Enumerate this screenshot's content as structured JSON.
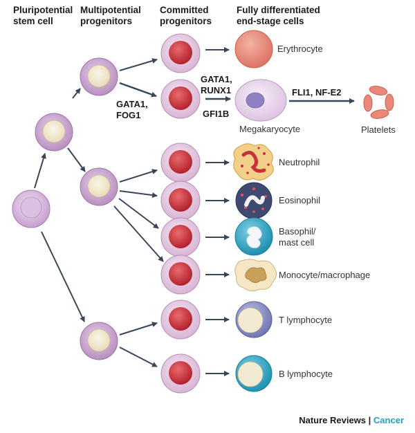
{
  "headers": {
    "col1": [
      "Pluripotential",
      "stem cell"
    ],
    "col2": [
      "Multipotential",
      "progenitors"
    ],
    "col3": [
      "Committed",
      "progenitors"
    ],
    "col4": [
      "Fully differentiated",
      "end-stage cells"
    ]
  },
  "transcription_factors": {
    "gata1_fog1": [
      "GATA1,",
      "FOG1"
    ],
    "gata1_runx1": [
      "GATA1,",
      "RUNX1"
    ],
    "gfi1b": "GFI1B",
    "fli1_nfe2": "FLI1, NF-E2"
  },
  "cells": {
    "erythrocyte": "Erythrocyte",
    "megakaryocyte": "Megakaryocyte",
    "platelets": "Platelets",
    "neutrophil": "Neutrophil",
    "eosinophil": "Eosinophil",
    "basophil": [
      "Basophil/",
      "mast cell"
    ],
    "monocyte": "Monocyte/macrophage",
    "t_lymphocyte": "T lymphocyte",
    "b_lymphocyte": "B lymphocyte"
  },
  "footer": {
    "journal": "Nature Reviews",
    "separator": "|",
    "section": "Cancer"
  },
  "colors": {
    "progenitor_ring": "#c9a3cf",
    "progenitor_core": "#f3ead2",
    "committed_ring": "#e6c9e3",
    "committed_core": "#c9303a",
    "erythrocyte": "#e58a7a",
    "platelet": "#e8877a",
    "arrow": "#3a4658",
    "accent": "#1fa1c2"
  }
}
